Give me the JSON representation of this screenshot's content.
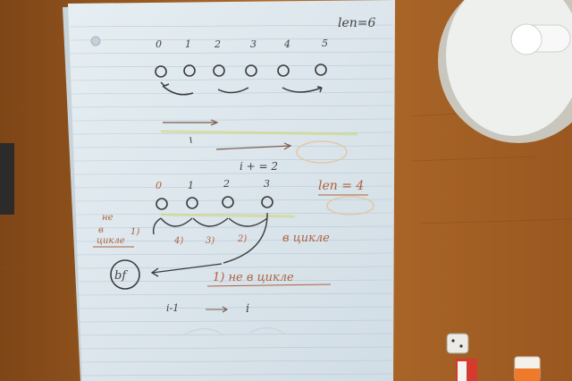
{
  "page": {
    "top_note": "len=6",
    "indices_top": [
      "0",
      "1",
      "2",
      "3",
      "4",
      "5"
    ],
    "step_label": "i + = 2",
    "len_note_2": "len = 4",
    "indices_mid": [
      "0",
      "1",
      "2",
      "3"
    ],
    "left_note": "не\nв\nцикле",
    "step_marks": [
      "1)",
      "2)",
      "3)",
      "4)"
    ],
    "cycle_label": "в цикле",
    "bf_label": "bf",
    "not_cycle_label": "1) не в цикле",
    "bottom_formula": "i-1",
    "bottom_formula_right": "i"
  },
  "colors": {
    "desk": "#9a5a24",
    "paper": "#dfe8ee",
    "ink_dark": "#3b3b3b",
    "ink_red": "#b0603e",
    "lamp": "#eef0ee"
  }
}
